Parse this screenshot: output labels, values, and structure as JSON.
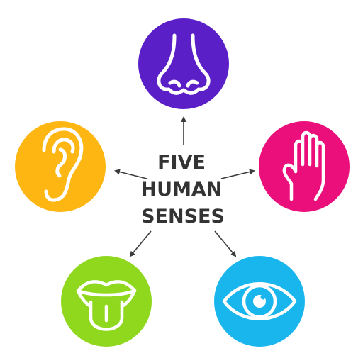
{
  "title": {
    "lines": [
      "FIVE",
      "HUMAN",
      "SENSES"
    ]
  },
  "colors": {
    "text": "#333333",
    "arrow": "#3a3a3a",
    "icon_stroke": "#ffffff"
  },
  "senses": [
    {
      "id": "smell",
      "icon": "nose-icon",
      "color": "#5b1fc8"
    },
    {
      "id": "touch",
      "icon": "hand-icon",
      "color": "#ea0f7a"
    },
    {
      "id": "sight",
      "icon": "eye-icon",
      "color": "#19b6ee"
    },
    {
      "id": "taste",
      "icon": "mouth-tongue-icon",
      "color": "#8fd81e"
    },
    {
      "id": "hearing",
      "icon": "ear-icon",
      "color": "#fdb612"
    }
  ]
}
